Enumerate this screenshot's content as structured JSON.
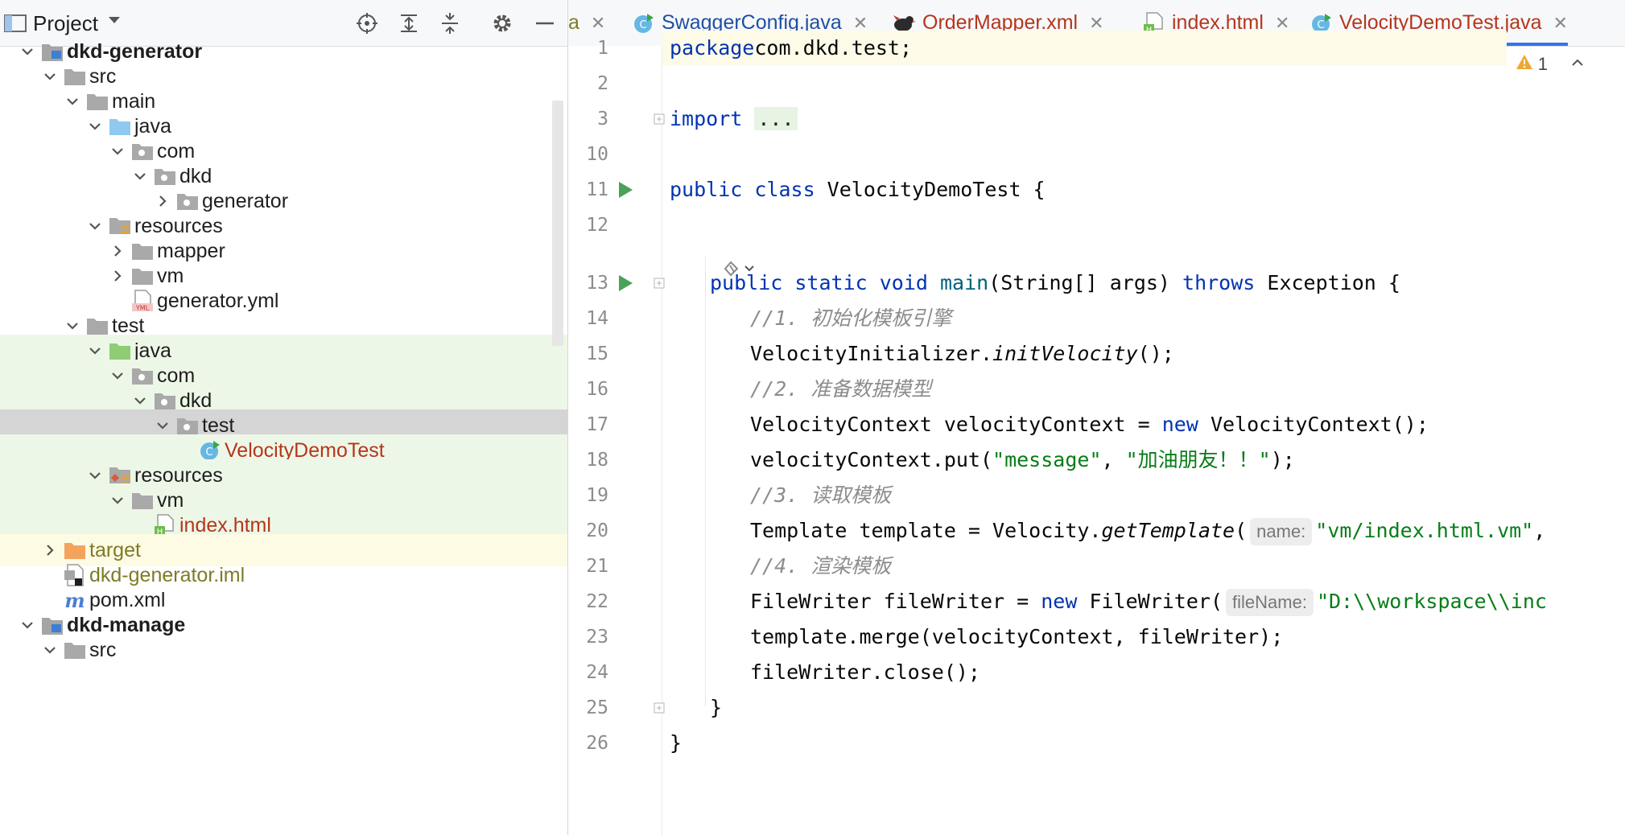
{
  "project": {
    "title": "Project",
    "dropdown_icon": "caret-down-icon",
    "header_icons": [
      "locate-icon",
      "expand-all-icon",
      "collapse-all-icon",
      "gear-icon",
      "hide-icon"
    ]
  },
  "tree": [
    {
      "label": "dkd-generator",
      "depth": 0,
      "expanded": true,
      "icon": "module",
      "bold": true,
      "style": "dark"
    },
    {
      "label": "src",
      "depth": 1,
      "expanded": true,
      "icon": "folder",
      "style": "dark"
    },
    {
      "label": "main",
      "depth": 2,
      "expanded": true,
      "icon": "folder",
      "style": "dark"
    },
    {
      "label": "java",
      "depth": 3,
      "expanded": true,
      "icon": "source-folder",
      "style": "dark"
    },
    {
      "label": "com",
      "depth": 4,
      "expanded": true,
      "icon": "package",
      "style": "dark"
    },
    {
      "label": "dkd",
      "depth": 5,
      "expanded": true,
      "icon": "package",
      "style": "dark"
    },
    {
      "label": "generator",
      "depth": 6,
      "expanded": false,
      "icon": "package",
      "style": "dark"
    },
    {
      "label": "resources",
      "depth": 3,
      "expanded": true,
      "icon": "resources-folder",
      "style": "dark"
    },
    {
      "label": "mapper",
      "depth": 4,
      "expanded": false,
      "icon": "folder",
      "style": "dark"
    },
    {
      "label": "vm",
      "depth": 4,
      "expanded": false,
      "icon": "folder",
      "style": "dark"
    },
    {
      "label": "generator.yml",
      "depth": 4,
      "leaf": true,
      "icon": "yml-file",
      "style": "dark"
    },
    {
      "label": "test",
      "depth": 2,
      "expanded": true,
      "icon": "folder",
      "style": "dark"
    },
    {
      "label": "java",
      "depth": 3,
      "expanded": true,
      "icon": "test-folder",
      "style": "dark",
      "bg": "green"
    },
    {
      "label": "com",
      "depth": 4,
      "expanded": true,
      "icon": "package",
      "style": "dark",
      "bg": "green"
    },
    {
      "label": "dkd",
      "depth": 5,
      "expanded": true,
      "icon": "package",
      "style": "dark",
      "bg": "green"
    },
    {
      "label": "test",
      "depth": 6,
      "expanded": true,
      "icon": "package",
      "style": "dark",
      "bg": "sel"
    },
    {
      "label": "VelocityDemoTest",
      "depth": 7,
      "leaf": true,
      "icon": "class-file",
      "style": "red",
      "bg": "green"
    },
    {
      "label": "resources",
      "depth": 3,
      "expanded": true,
      "icon": "test-resources-folder",
      "style": "dark",
      "bg": "green"
    },
    {
      "label": "vm",
      "depth": 4,
      "expanded": true,
      "icon": "folder",
      "style": "dark",
      "bg": "green"
    },
    {
      "label": "index.html",
      "depth": 5,
      "leaf": true,
      "icon": "html-file",
      "style": "red",
      "bg": "green"
    },
    {
      "label": "target",
      "depth": 1,
      "expanded": false,
      "icon": "excluded-folder",
      "style": "olive",
      "bg": "yellow"
    },
    {
      "label": "dkd-generator.iml",
      "depth": 1,
      "leaf": true,
      "icon": "iml-file",
      "style": "olive"
    },
    {
      "label": "pom.xml",
      "depth": 1,
      "leaf": true,
      "icon": "maven-file",
      "style": "dark"
    },
    {
      "label": "dkd-manage",
      "depth": 0,
      "expanded": true,
      "icon": "module",
      "bold": true,
      "style": "dark"
    },
    {
      "label": "src",
      "depth": 1,
      "expanded": true,
      "icon": "folder",
      "style": "dark"
    }
  ],
  "tabs": [
    {
      "label": "a",
      "icon": "",
      "color": "#7e7b27"
    },
    {
      "label": "SwaggerConfig.java",
      "icon": "class-file",
      "color": "#1f4fa3"
    },
    {
      "label": "OrderMapper.xml",
      "icon": "mybatis-bird-icon",
      "color": "#b5361b"
    },
    {
      "label": "index.html",
      "icon": "html-file",
      "color": "#b5361b"
    },
    {
      "label": "VelocityDemoTest.java",
      "icon": "class-file",
      "color": "#b5361b",
      "active": true
    }
  ],
  "close_glyph": "✕",
  "warnings": {
    "count": "1",
    "icon": "warning-triangle-icon"
  },
  "code": [
    {
      "ln": "1",
      "cur": true,
      "parts": [
        [
          "kw",
          "package"
        ],
        [
          "",
          "com.dkd.test;"
        ]
      ]
    },
    {
      "ln": "2",
      "parts": []
    },
    {
      "ln": "3",
      "fold": true,
      "parts": [
        [
          "kw",
          "import "
        ],
        [
          "fold-box",
          "..."
        ]
      ]
    },
    {
      "ln": "10",
      "parts": []
    },
    {
      "ln": "11",
      "run": true,
      "parts": [
        [
          "kw",
          "public class "
        ],
        [
          "",
          "VelocityDemoTest {"
        ]
      ]
    },
    {
      "ln": "12",
      "parts": []
    },
    {
      "ln": "13",
      "run": true,
      "fold": true,
      "indent": 1,
      "parts": [
        [
          "kw",
          "public static void "
        ],
        [
          "fn",
          "main"
        ],
        [
          "",
          "(String[] args) "
        ],
        [
          "kw",
          "throws "
        ],
        [
          "",
          "Exception {"
        ]
      ]
    },
    {
      "ln": "14",
      "indent": 2,
      "parts": [
        [
          "cmt",
          "//1. 初始化模板引擎"
        ]
      ]
    },
    {
      "ln": "15",
      "indent": 2,
      "parts": [
        [
          "",
          "VelocityInitializer."
        ],
        [
          "ital",
          "initVelocity"
        ],
        [
          "",
          "();"
        ]
      ]
    },
    {
      "ln": "16",
      "indent": 2,
      "parts": [
        [
          "cmt",
          "//2. 准备数据模型"
        ]
      ]
    },
    {
      "ln": "17",
      "indent": 2,
      "parts": [
        [
          "",
          "VelocityContext velocityContext = "
        ],
        [
          "kw",
          "new "
        ],
        [
          "",
          "VelocityContext();"
        ]
      ]
    },
    {
      "ln": "18",
      "indent": 2,
      "parts": [
        [
          "",
          "velocityContext.put("
        ],
        [
          "str",
          "\"message\""
        ],
        [
          "",
          ", "
        ],
        [
          "str",
          "\"加油朋友！！\""
        ],
        [
          "",
          ");"
        ]
      ]
    },
    {
      "ln": "19",
      "indent": 2,
      "parts": [
        [
          "cmt",
          "//3. 读取模板"
        ]
      ]
    },
    {
      "ln": "20",
      "indent": 2,
      "parts": [
        [
          "",
          "Template template = Velocity."
        ],
        [
          "ital",
          "getTemplate"
        ],
        [
          "",
          "("
        ],
        [
          "hint",
          "name:"
        ],
        [
          "str",
          "\"vm/index.html.vm\""
        ],
        [
          "",
          ","
        ]
      ]
    },
    {
      "ln": "21",
      "indent": 2,
      "parts": [
        [
          "cmt",
          "//4. 渲染模板"
        ]
      ]
    },
    {
      "ln": "22",
      "indent": 2,
      "parts": [
        [
          "",
          "FileWriter fileWriter = "
        ],
        [
          "kw",
          "new "
        ],
        [
          "",
          "FileWriter("
        ],
        [
          "hint",
          "fileName:"
        ],
        [
          "str",
          "\"D:\\\\workspace\\\\inc"
        ]
      ]
    },
    {
      "ln": "23",
      "indent": 2,
      "parts": [
        [
          "",
          "template.merge(velocityContext, fileWriter);"
        ]
      ]
    },
    {
      "ln": "24",
      "indent": 2,
      "parts": [
        [
          "",
          "fileWriter.close();"
        ]
      ]
    },
    {
      "ln": "25",
      "fold": true,
      "indent": 1,
      "parts": [
        [
          "",
          "}"
        ]
      ]
    },
    {
      "ln": "26",
      "parts": [
        [
          "",
          "}"
        ]
      ]
    }
  ]
}
